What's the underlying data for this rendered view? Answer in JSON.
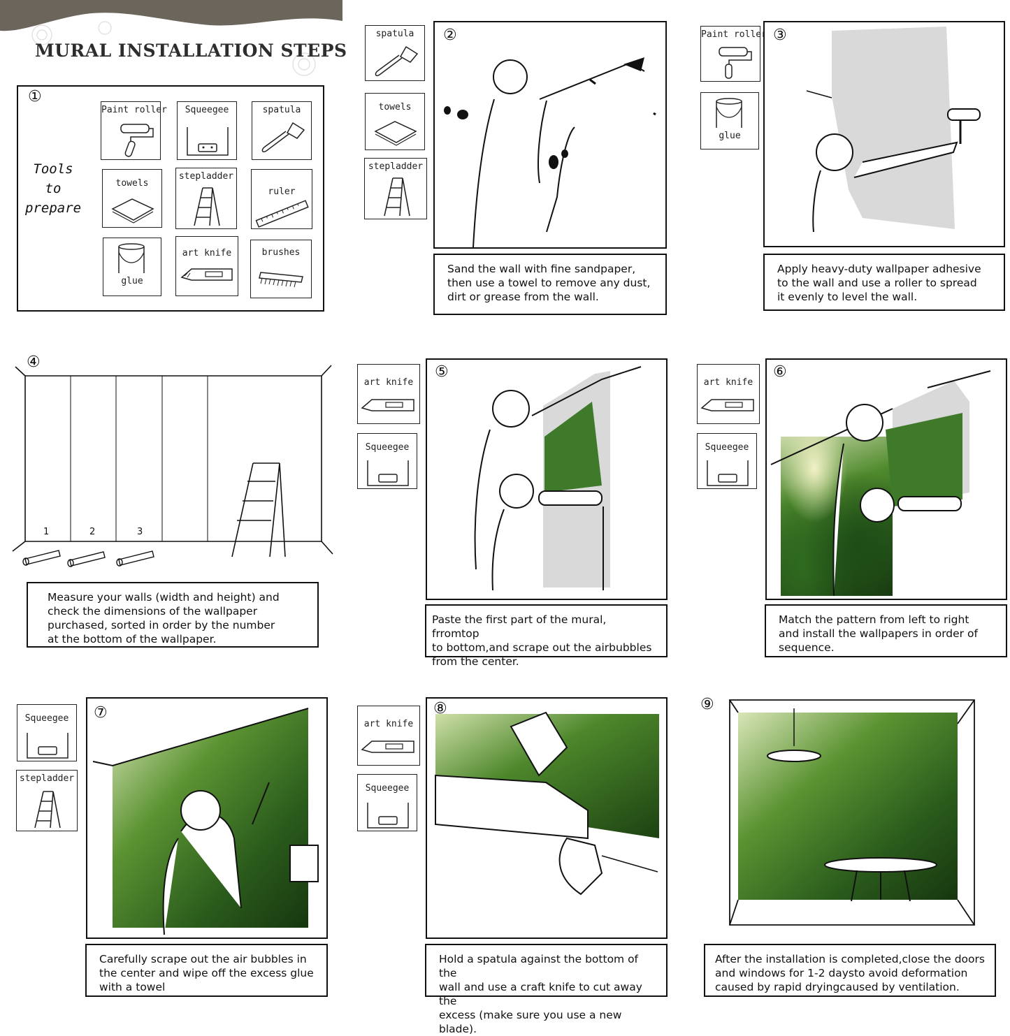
{
  "title": "MURAL INSTALLATION STEPS",
  "step_numbers": [
    "①",
    "②",
    "③",
    "④",
    "⑤",
    "⑥",
    "⑦",
    "⑧",
    "⑨"
  ],
  "step1": {
    "heading": [
      "Tools",
      "to",
      "prepare"
    ],
    "tools": [
      "Paint roller",
      "Squeegee",
      "spatula",
      "towels",
      "stepladder",
      "ruler",
      "glue",
      "art knife",
      "brushes"
    ]
  },
  "step2": {
    "tools": [
      "spatula",
      "towels",
      "stepladder"
    ],
    "caption": [
      "Sand the wall with fine sandpaper,",
      "then use a towel to remove any dust,",
      "dirt or grease from the wall."
    ]
  },
  "step3": {
    "tools": [
      "Paint roller",
      "glue"
    ],
    "caption": [
      "Apply heavy-duty wallpaper adhesive",
      "to the wall and use a roller to spread",
      "it evenly to level the wall."
    ]
  },
  "step4": {
    "panel_numbers": [
      "1",
      "2",
      "3"
    ],
    "caption": [
      "Measure your walls (width and height) and",
      "check the dimensions of the wallpaper",
      "purchased, sorted in order by the number",
      "at the bottom of the wallpaper."
    ]
  },
  "step5": {
    "tools": [
      "art knife",
      "Squeegee"
    ],
    "caption": [
      "Paste the first part of the mural, frromtop",
      " to bottom,and scrape out the airbubbles",
      " from the center."
    ]
  },
  "step6": {
    "tools": [
      "art knife",
      "Squeegee"
    ],
    "caption": [
      "Match the pattern from left to right",
      "and install the wallpapers in order of",
      " sequence."
    ]
  },
  "step7": {
    "tools": [
      "Squeegee",
      "stepladder"
    ],
    "caption": [
      "Carefully scrape out the air bubbles in",
      "the center and wipe off the excess glue",
      " with a towel"
    ]
  },
  "step8": {
    "tools": [
      "art knife",
      "Squeegee"
    ],
    "caption": [
      "Hold a spatula against the bottom of the",
      "wall and use a craft knife to cut away the",
      "excess (make sure you use a new blade)."
    ]
  },
  "step9": {
    "caption": [
      "After the installation is completed,close the doors",
      " and windows for 1-2 daysto avoid deformation",
      "caused by rapid dryingcaused by ventilation."
    ]
  }
}
